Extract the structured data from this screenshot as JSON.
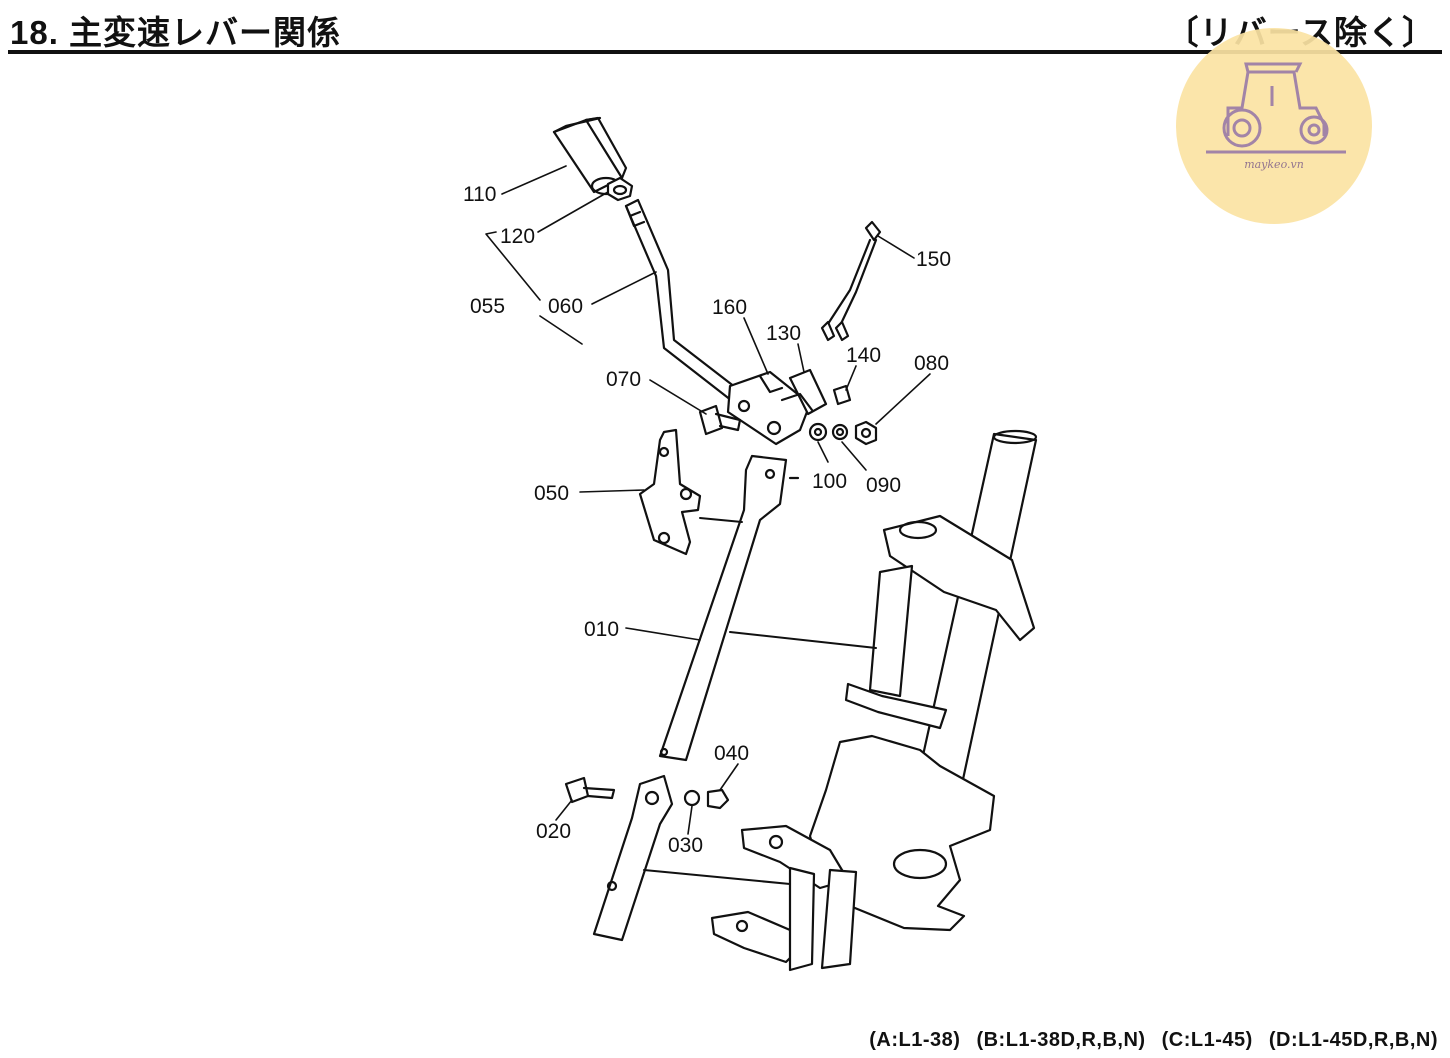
{
  "header": {
    "title": "18. 主変速レバー関係",
    "subtitle": "〔リバース除く〕"
  },
  "logo": {
    "text": "maykeo.vn",
    "icon": "tractor-icon",
    "color": "#fbe3a3"
  },
  "parts": {
    "p010": "010",
    "p020": "020",
    "p030": "030",
    "p040": "040",
    "p050": "050",
    "p055": "055",
    "p060": "060",
    "p070": "070",
    "p080": "080",
    "p090": "090",
    "p100": "100",
    "p110": "110",
    "p120": "120",
    "p130": "130",
    "p140": "140",
    "p150": "150",
    "p160": "160"
  },
  "footer": {
    "a": "(A:L1-38)",
    "b": "(B:L1-38D,R,B,N)",
    "c": "(C:L1-45)",
    "d": "(D:L1-45D,R,B,N)"
  }
}
